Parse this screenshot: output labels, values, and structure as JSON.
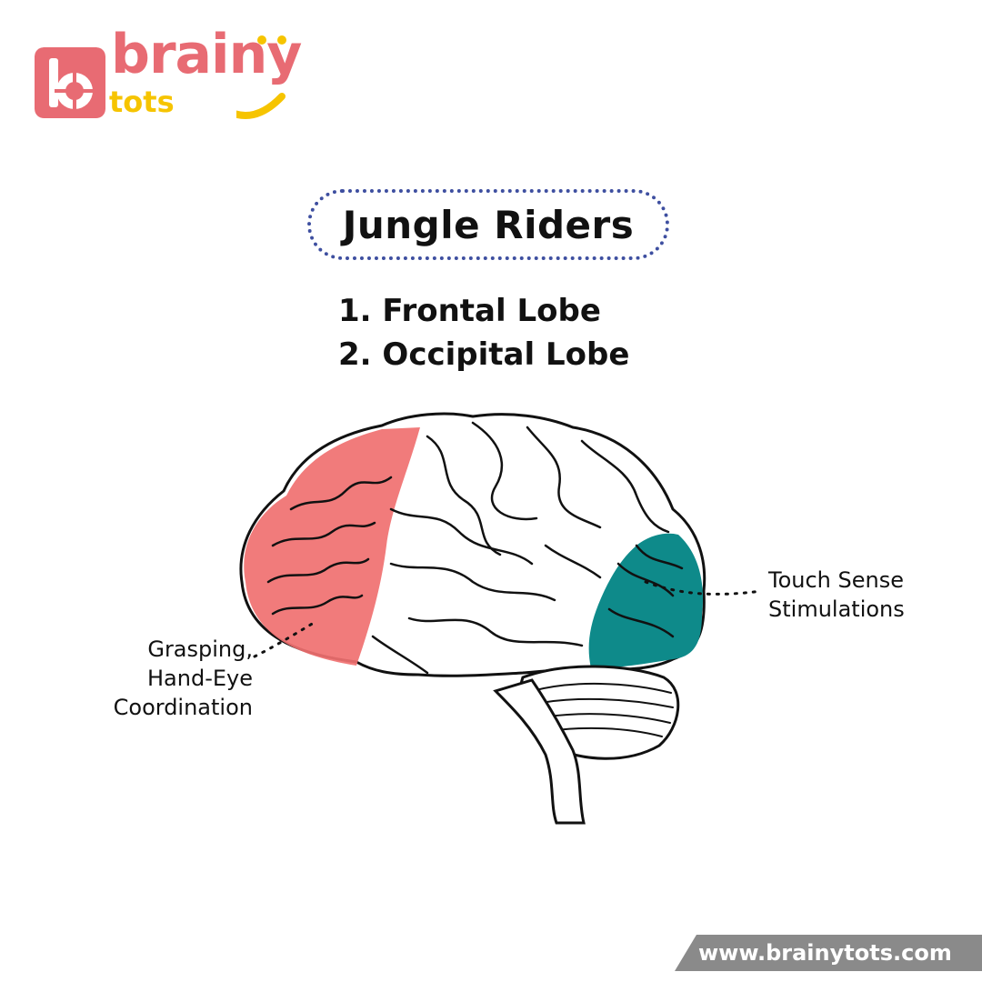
{
  "logo": {
    "word": "brainy",
    "sub": "tots",
    "colors": {
      "pink": "#e86b73",
      "yellow": "#f6c400"
    }
  },
  "title": "Jungle Riders",
  "list": [
    "1. Frontal Lobe",
    "2. Occipital Lobe"
  ],
  "labels": {
    "left": [
      "Grasping,",
      "Hand-Eye",
      "Coordination"
    ],
    "right": [
      "Touch Sense",
      "Stimulations"
    ]
  },
  "colors": {
    "frontal": "#f07070",
    "occipital": "#0e8a8a",
    "title_border": "#3e4fa0",
    "footer": "#8a8a8a"
  },
  "website": "www.brainytots.com"
}
